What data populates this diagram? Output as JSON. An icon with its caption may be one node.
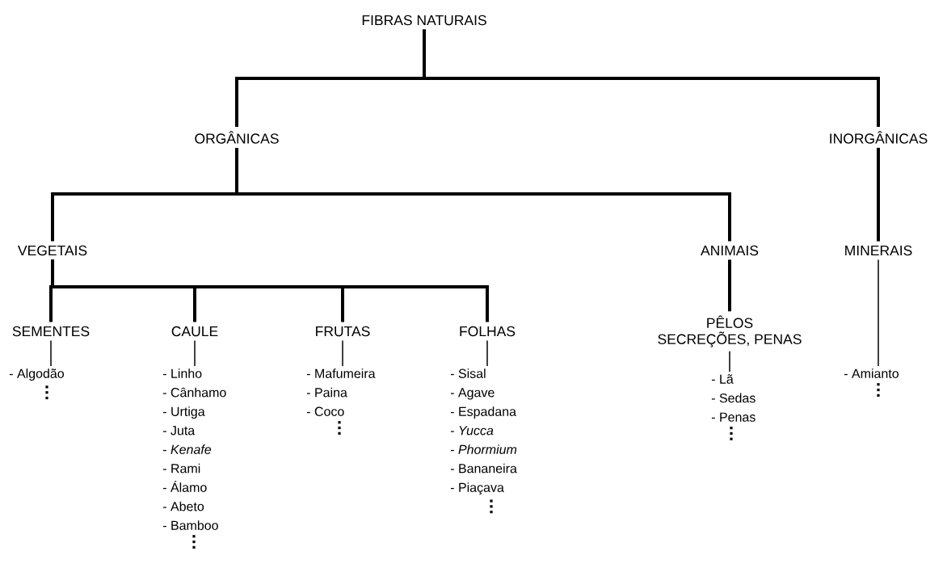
{
  "diagram": {
    "nodes": [
      {
        "text": [
          "FIBRAS NATURAIS"
        ]
      },
      {
        "text": [
          "ORGÂNICAS"
        ]
      },
      {
        "text": [
          "INORGÂNICAS"
        ]
      },
      {
        "text": [
          "VEGETAIS"
        ]
      },
      {
        "text": [
          "ANIMAIS"
        ]
      },
      {
        "text": [
          "MINERAIS"
        ]
      },
      {
        "text": [
          "SEMENTES"
        ]
      },
      {
        "text": [
          "CAULE"
        ]
      },
      {
        "text": [
          "FRUTAS"
        ]
      },
      {
        "text": [
          "FOLHAS"
        ]
      },
      {
        "text": [
          "PÊLOS",
          "SECREÇÕES, PENAS"
        ]
      },
      {
        "text": [
          "- Algodão"
        ]
      },
      {
        "text": [
          "- Linho",
          "- Cânhamo",
          "- Urtiga",
          "- Juta",
          "- *Kenafe*",
          "- Rami",
          "- Álamo",
          "- Abeto",
          "- Bamboo"
        ]
      },
      {
        "text": [
          "- Mafumeira",
          "- Paina",
          "- Coco"
        ]
      },
      {
        "text": [
          "- Sisal",
          "- Agave",
          "- Espadana",
          "- *Yucca*",
          "- *Phormium*",
          "- Bananeira",
          "- Piaçava"
        ]
      },
      {
        "text": [
          "- Lã",
          "- Sedas",
          "- Penas"
        ]
      },
      {
        "text": [
          "- Amianto"
        ]
      }
    ],
    "edges": [
      {
        "from": 0,
        "to": 1,
        "arrow": "none"
      },
      {
        "from": 0,
        "to": 2,
        "arrow": "none"
      },
      {
        "from": 1,
        "to": 3,
        "arrow": "none"
      },
      {
        "from": 1,
        "to": 4,
        "arrow": "none"
      },
      {
        "from": 2,
        "to": 5,
        "arrow": "none"
      },
      {
        "from": 3,
        "to": 6,
        "arrow": "none"
      },
      {
        "from": 3,
        "to": 7,
        "arrow": "none"
      },
      {
        "from": 3,
        "to": 8,
        "arrow": "none"
      },
      {
        "from": 3,
        "to": 9,
        "arrow": "none"
      },
      {
        "from": 4,
        "to": 10,
        "arrow": "none"
      },
      {
        "from": 6,
        "to": 11,
        "arrow": "none"
      },
      {
        "from": 7,
        "to": 12,
        "arrow": "none"
      },
      {
        "from": 8,
        "to": 13,
        "arrow": "none"
      },
      {
        "from": 9,
        "to": 14,
        "arrow": "none"
      },
      {
        "from": 10,
        "to": 15,
        "arrow": "none"
      },
      {
        "from": 5,
        "to": 16,
        "arrow": "none"
      }
    ]
  }
}
